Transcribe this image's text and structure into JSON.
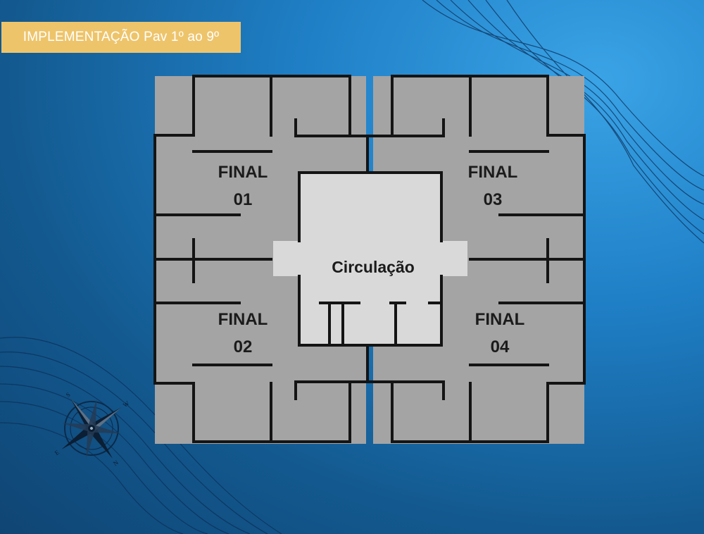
{
  "header": {
    "title": "IMPLEMENTAÇÃO Pav 1º ao 9º"
  },
  "units": [
    {
      "id": "01",
      "line1": "FINAL",
      "line2": "01"
    },
    {
      "id": "02",
      "line1": "FINAL",
      "line2": "02"
    },
    {
      "id": "03",
      "line1": "FINAL",
      "line2": "03"
    },
    {
      "id": "04",
      "line1": "FINAL",
      "line2": "04"
    }
  ],
  "circulation": {
    "label": "Circulação"
  },
  "compass": {
    "letters": [
      "S",
      "N",
      "W",
      "E"
    ]
  },
  "colors": {
    "badge": "#eec46b",
    "unit_fill": "#a4a4a4",
    "circulation_fill": "#d9d9d9",
    "wall": "#141414",
    "background_dark": "#0f4574",
    "background_light": "#3aa3e6"
  }
}
